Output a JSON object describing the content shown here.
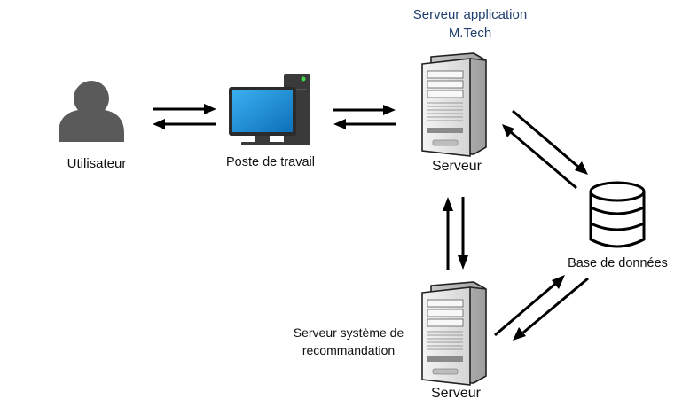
{
  "nodes": {
    "user": {
      "label": "Utilisateur"
    },
    "workstation": {
      "label": "Poste de travail"
    },
    "app_server": {
      "title_line1": "Serveur application",
      "title_line2": "M.Tech",
      "label": "Serveur"
    },
    "database": {
      "label": "Base de données"
    },
    "reco_server": {
      "title_line1": "Serveur système de",
      "title_line2": "recommandation",
      "label": "Serveur"
    }
  },
  "colors": {
    "person": "#5a5a5a",
    "monitor_screen": "#1e90d6",
    "server_body": "#e6e6e6",
    "arrows": "#000000",
    "app_title": "#1f3f6e"
  },
  "icons": [
    "person-icon",
    "workstation-icon",
    "server-icon",
    "database-icon"
  ]
}
